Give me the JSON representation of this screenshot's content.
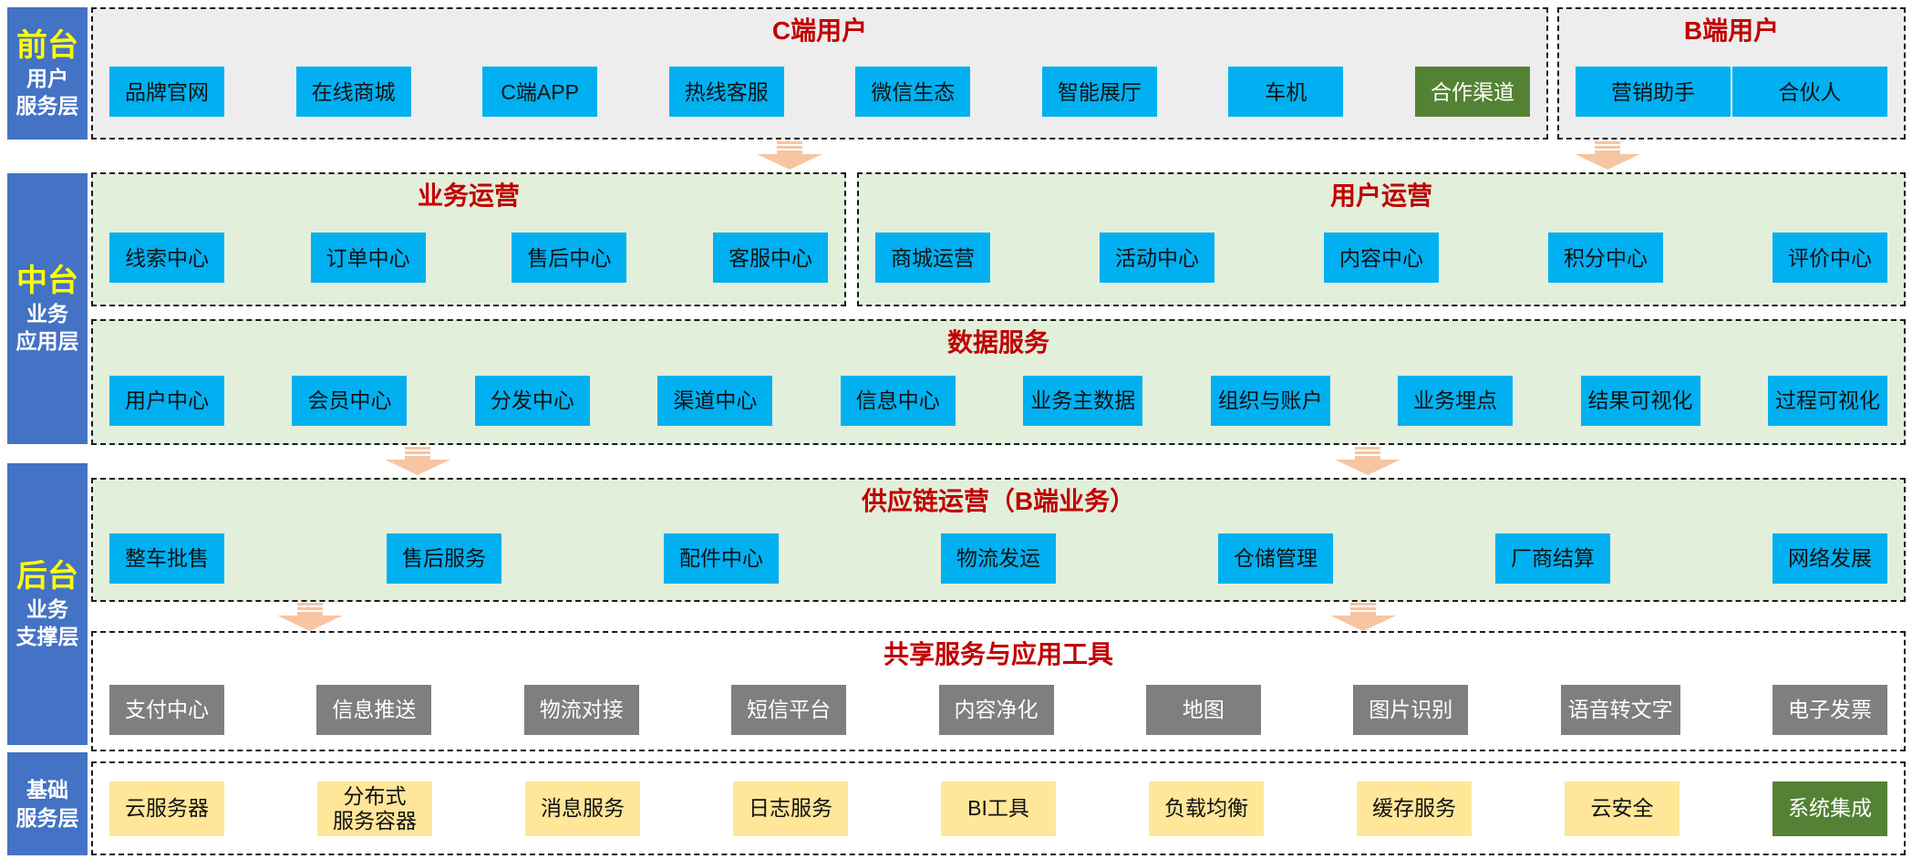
{
  "colors": {
    "sidebar_blue": "#4472C4",
    "layer_title_yellow": "#FFFF00",
    "section_title_red": "#C00000",
    "button_blue": "#00B0F0",
    "button_green": "#548235",
    "button_gray": "#7F7F7F",
    "button_yellow": "#FFE699",
    "panel_gray": "#EDEDED",
    "panel_green": "#E2EFDA",
    "arrow_peach": "#F7C5A1"
  },
  "sidebar": {
    "layers": [
      {
        "title": "前台",
        "lines": [
          "用户",
          "服务层"
        ]
      },
      {
        "title": "中台",
        "lines": [
          "业务",
          "应用层"
        ]
      },
      {
        "title": "后台",
        "lines": [
          "业务",
          "支撑层"
        ]
      },
      {
        "title": "",
        "lines": [
          "基础",
          "服务层"
        ]
      }
    ]
  },
  "sections": {
    "c_users": {
      "title": "C端用户",
      "items": [
        {
          "label": "品牌官网",
          "variant": "blue"
        },
        {
          "label": "在线商城",
          "variant": "blue"
        },
        {
          "label": "C端APP",
          "variant": "blue"
        },
        {
          "label": "热线客服",
          "variant": "blue"
        },
        {
          "label": "微信生态",
          "variant": "blue"
        },
        {
          "label": "智能展厅",
          "variant": "blue"
        },
        {
          "label": "车机",
          "variant": "blue"
        },
        {
          "label": "合作渠道",
          "variant": "green"
        }
      ]
    },
    "b_users": {
      "title": "B端用户",
      "items": [
        {
          "label": "营销助手",
          "variant": "blue"
        },
        {
          "label": "合伙人",
          "variant": "blue"
        }
      ]
    },
    "business_ops": {
      "title": "业务运营",
      "items": [
        {
          "label": "线索中心",
          "variant": "blue"
        },
        {
          "label": "订单中心",
          "variant": "blue"
        },
        {
          "label": "售后中心",
          "variant": "blue"
        },
        {
          "label": "客服中心",
          "variant": "blue"
        }
      ]
    },
    "user_ops": {
      "title": "用户运营",
      "items": [
        {
          "label": "商城运营",
          "variant": "blue"
        },
        {
          "label": "活动中心",
          "variant": "blue"
        },
        {
          "label": "内容中心",
          "variant": "blue"
        },
        {
          "label": "积分中心",
          "variant": "blue"
        },
        {
          "label": "评价中心",
          "variant": "blue"
        }
      ]
    },
    "data_services": {
      "title": "数据服务",
      "items": [
        {
          "label": "用户中心",
          "variant": "blue"
        },
        {
          "label": "会员中心",
          "variant": "blue"
        },
        {
          "label": "分发中心",
          "variant": "blue"
        },
        {
          "label": "渠道中心",
          "variant": "blue"
        },
        {
          "label": "信息中心",
          "variant": "blue"
        },
        {
          "label": "业务主数据",
          "variant": "blue"
        },
        {
          "label": "组织与账户",
          "variant": "blue"
        },
        {
          "label": "业务埋点",
          "variant": "blue"
        },
        {
          "label": "结果可视化",
          "variant": "blue"
        },
        {
          "label": "过程可视化",
          "variant": "blue"
        }
      ]
    },
    "supply_chain": {
      "title": "供应链运营（B端业务）",
      "items": [
        {
          "label": "整车批售",
          "variant": "blue"
        },
        {
          "label": "售后服务",
          "variant": "blue"
        },
        {
          "label": "配件中心",
          "variant": "blue"
        },
        {
          "label": "物流发运",
          "variant": "blue"
        },
        {
          "label": "仓储管理",
          "variant": "blue"
        },
        {
          "label": "厂商结算",
          "variant": "blue"
        },
        {
          "label": "网络发展",
          "variant": "blue"
        }
      ]
    },
    "shared_services": {
      "title": "共享服务与应用工具",
      "items": [
        {
          "label": "支付中心",
          "variant": "gray"
        },
        {
          "label": "信息推送",
          "variant": "gray"
        },
        {
          "label": "物流对接",
          "variant": "gray"
        },
        {
          "label": "短信平台",
          "variant": "gray"
        },
        {
          "label": "内容净化",
          "variant": "gray"
        },
        {
          "label": "地图",
          "variant": "gray"
        },
        {
          "label": "图片识别",
          "variant": "gray"
        },
        {
          "label": "语音转文字",
          "variant": "gray"
        },
        {
          "label": "电子发票",
          "variant": "gray"
        }
      ]
    },
    "infrastructure": {
      "title": "",
      "items": [
        {
          "label": "云服务器",
          "variant": "yellow"
        },
        {
          "label": "分布式\n服务容器",
          "variant": "yellow"
        },
        {
          "label": "消息服务",
          "variant": "yellow"
        },
        {
          "label": "日志服务",
          "variant": "yellow"
        },
        {
          "label": "BI工具",
          "variant": "yellow"
        },
        {
          "label": "负载均衡",
          "variant": "yellow"
        },
        {
          "label": "缓存服务",
          "variant": "yellow"
        },
        {
          "label": "云安全",
          "variant": "yellow"
        },
        {
          "label": "系统集成",
          "variant": "green"
        }
      ]
    }
  }
}
